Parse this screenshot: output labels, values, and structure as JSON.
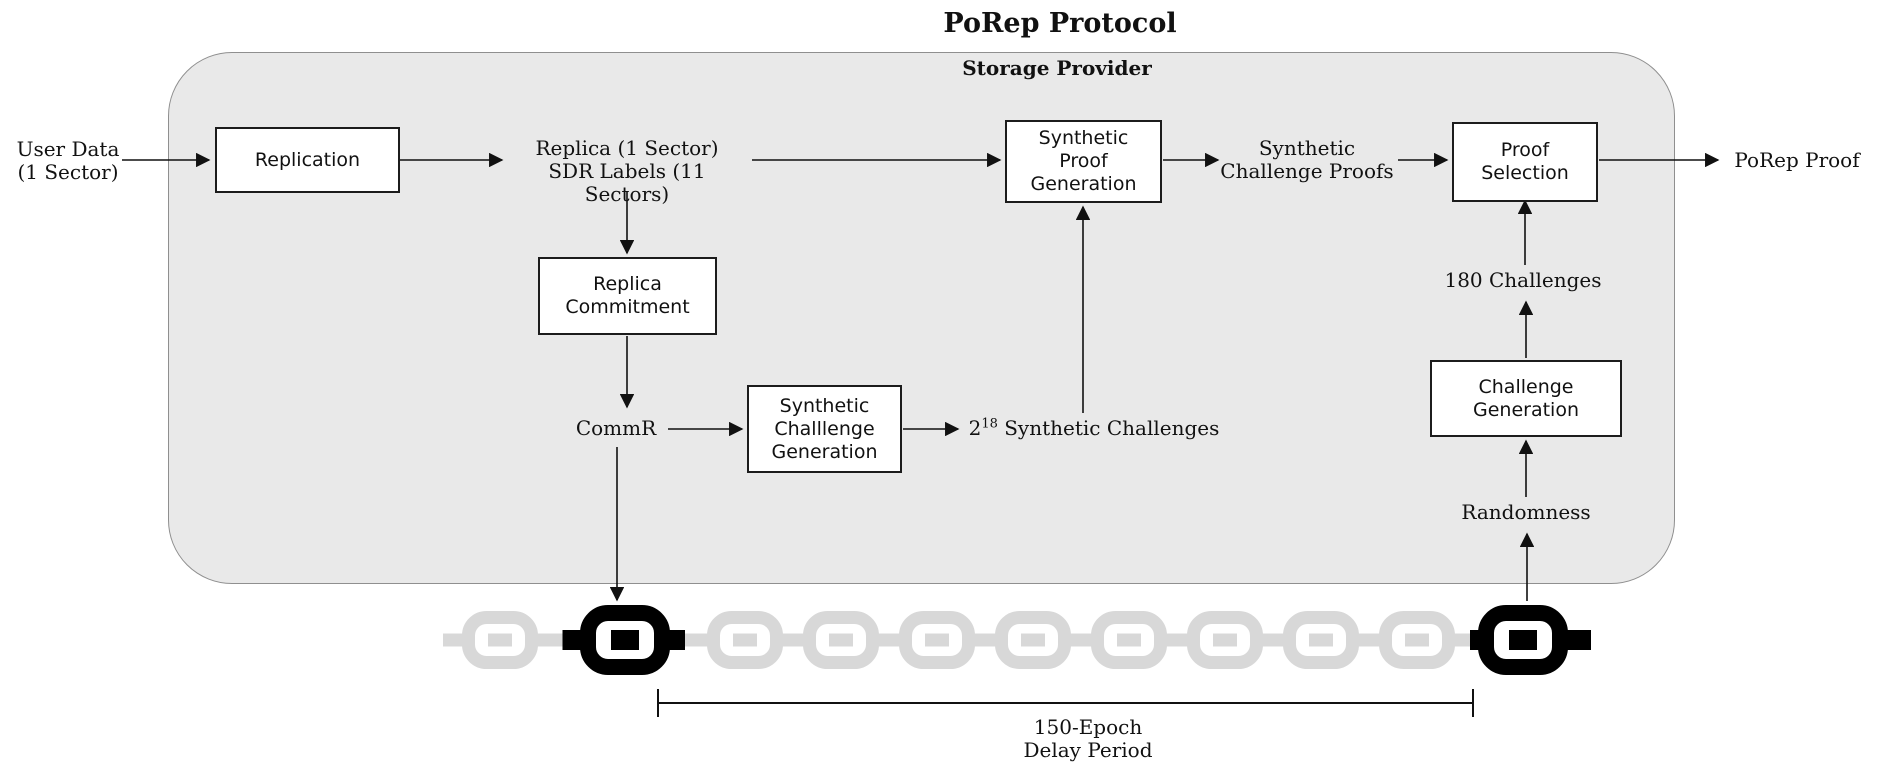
{
  "title": "PoRep Protocol",
  "container": {
    "label": "Storage Provider"
  },
  "nodes": {
    "replication": {
      "label": "Replication"
    },
    "synthetic_proof_generation": {
      "line1": "Synthetic",
      "line2": "Proof",
      "line3": "Generation"
    },
    "proof_selection": {
      "line1": "Proof",
      "line2": "Selection"
    },
    "replica_commitment": {
      "line1": "Replica",
      "line2": "Commitment"
    },
    "synthetic_challenge_generation": {
      "line1": "Synthetic",
      "line2": "Challlenge",
      "line3": "Generation"
    },
    "challenge_generation": {
      "line1": "Challenge",
      "line2": "Generation"
    }
  },
  "labels": {
    "user_data": {
      "line1": "User Data",
      "line2": "(1 Sector)"
    },
    "replica_sdr": {
      "line1": "Replica (1 Sector)",
      "line2": "SDR Labels (11 Sectors)"
    },
    "synthetic_challenge_proofs": {
      "line1": "Synthetic",
      "line2": "Challenge Proofs"
    },
    "porep_proof": "PoRep Proof",
    "commr": "CommR",
    "synthetic_challenges": {
      "base": "2",
      "sup": "18",
      "rest": " Synthetic Challenges"
    },
    "challenges_180": "180 Challenges",
    "randomness": "Randomness"
  },
  "chain": {
    "links": [
      "gray",
      "black",
      "gray",
      "gray",
      "gray",
      "gray",
      "gray",
      "gray",
      "gray",
      "gray",
      "black"
    ],
    "bracket_label": {
      "line1": "150-Epoch",
      "line2": "Delay Period"
    }
  },
  "colors": {
    "container_fill": "#e9e9e9",
    "container_border": "#8f8f8f",
    "node_border": "#1c1c1c",
    "chain_gray": "#d8d8d8",
    "chain_black": "#000000",
    "arrow": "#111111",
    "text": "#111111"
  }
}
